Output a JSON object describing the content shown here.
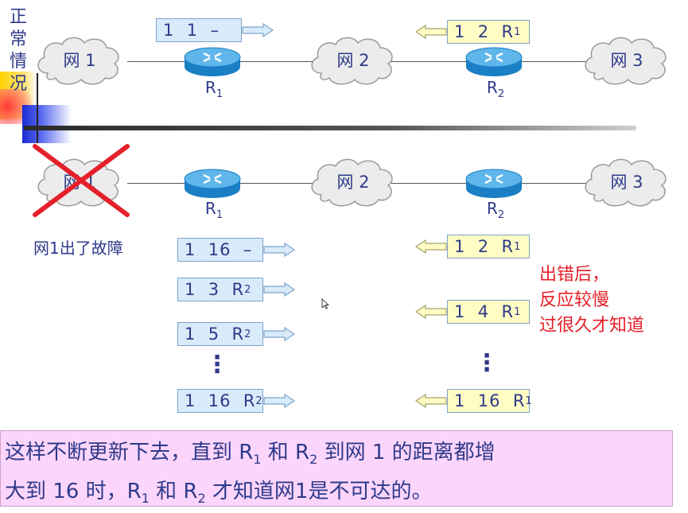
{
  "side_label": [
    "正",
    "常",
    "情",
    "况"
  ],
  "networks": {
    "net1": "网 1",
    "net2": "网 2",
    "net3": "网 3"
  },
  "routers": {
    "r1": "R",
    "r2": "R",
    "r1_sub": "1",
    "r2_sub": "2"
  },
  "normal": {
    "r1_entry": {
      "dest": "1",
      "dist": "1",
      "next": "–",
      "next_sub": ""
    },
    "r2_entry": {
      "dest": "1",
      "dist": "2",
      "next": "R",
      "next_sub": "1"
    }
  },
  "failure": {
    "label": "网1出了故障",
    "r1_entries": [
      {
        "dest": "1",
        "dist": "16",
        "next": "–",
        "next_sub": ""
      },
      {
        "dest": "1",
        "dist": "3",
        "next": "R",
        "next_sub": "2"
      },
      {
        "dest": "1",
        "dist": "5",
        "next": "R",
        "next_sub": "2"
      },
      {
        "dest": "1",
        "dist": "16",
        "next": "R",
        "next_sub": "2"
      }
    ],
    "r2_entries": [
      {
        "dest": "1",
        "dist": "2",
        "next": "R",
        "next_sub": "1"
      },
      {
        "dest": "1",
        "dist": "4",
        "next": "R",
        "next_sub": "1"
      },
      {
        "dest": "1",
        "dist": "16",
        "next": "R",
        "next_sub": "1"
      }
    ],
    "note": [
      "出错后，",
      "反应较慢",
      "过很久才知道"
    ],
    "ellipsis": "⋮"
  },
  "summary": {
    "part1": "这样不断更新下去，直到 R",
    "sub1": "1",
    "part2": " 和 R",
    "sub2": "2",
    "part3": " 到网 1 的距离都增",
    "part4": "大到 16 时，R",
    "sub3": "1",
    "part5": " 和 R",
    "sub4": "2",
    "part6": " 才知道网1是不可达的。"
  },
  "colors": {
    "text": "#2f3a8a",
    "note": "#e5202a",
    "cross": "#e5202a",
    "entry_blue": "#d8ebfa",
    "entry_yellow": "#fffcc4",
    "summary_bg": "#fbd5fb"
  }
}
